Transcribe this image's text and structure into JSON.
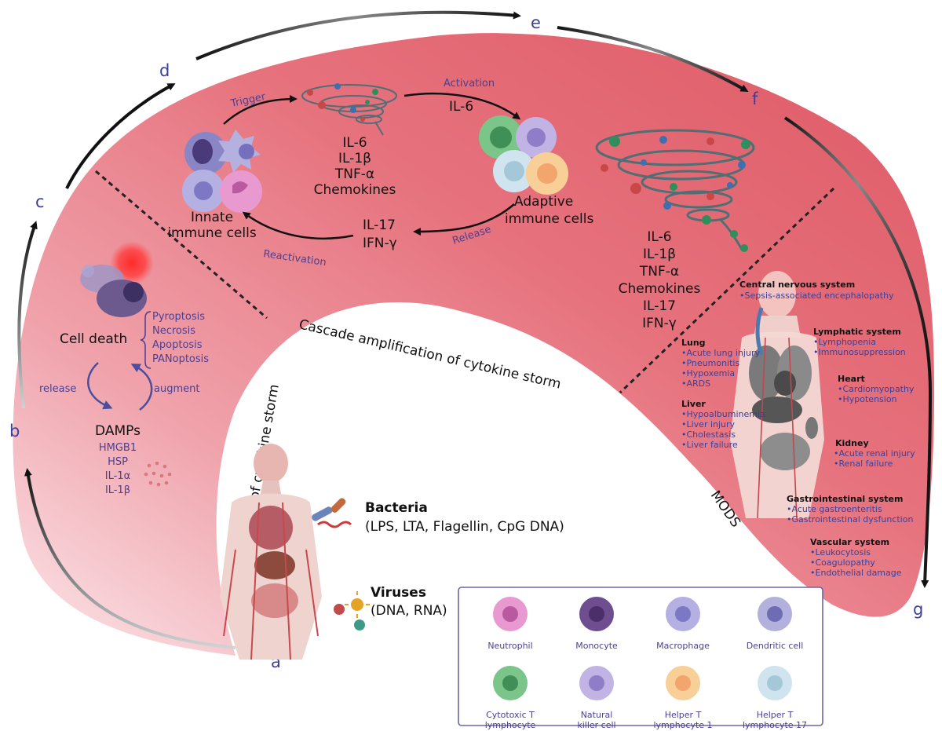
{
  "letters": {
    "a": "a",
    "b": "b",
    "c": "c",
    "d": "d",
    "e": "e",
    "f": "f",
    "g": "g"
  },
  "cycle": {
    "trigger_label": "Trigger",
    "activation_label": "Activation",
    "activation_cytokine": "IL-6",
    "release_label": "Release",
    "reactivation_label": "Reactivation",
    "innate_cytokines": [
      "IL-6",
      "IL-1β",
      "TNF-α",
      "Chemokines"
    ],
    "innate_cells_label": [
      "Innate",
      "immune cells"
    ],
    "adaptive_cells_label": [
      "Adaptive",
      "immune cells"
    ],
    "feedback_cytokines": [
      "IL-17",
      "IFN-γ"
    ]
  },
  "storm_cytokines": [
    "IL-6",
    "IL-1β",
    "TNF-α",
    "Chemokines",
    "IL-17",
    "IFN-γ"
  ],
  "cell_death": {
    "label": "Cell death",
    "types": [
      "Pyroptosis",
      "Necrosis",
      "Apoptosis",
      "PANoptosis"
    ],
    "release_label": "release",
    "augment_label": "augment",
    "damps_label": "DAMPs",
    "damps": [
      "HMGB1",
      "HSP",
      "IL-1α",
      "IL-1β"
    ]
  },
  "phases": {
    "trigger": "Trigger of cytokine storm",
    "cascade": "Cascade amplification of cytokine storm",
    "mods": "MODS"
  },
  "pathogens": {
    "bacteria_title": "Bacteria",
    "bacteria_detail": "(LPS, LTA, Flagellin, CpG DNA)",
    "viruses_title": "Viruses",
    "viruses_detail": "(DNA, RNA)"
  },
  "organs": [
    {
      "title": "Central nervous system",
      "items": [
        "•Sepsis-associated encephalopathy"
      ]
    },
    {
      "title": "Lymphatic system",
      "items": [
        "•Lymphopenia",
        "•Immunosuppression"
      ]
    },
    {
      "title": "Lung",
      "items": [
        "•Acute lung injury",
        "•Pneumonitis",
        "•Hypoxemia",
        "•ARDS"
      ]
    },
    {
      "title": "Heart",
      "items": [
        "•Cardiomyopathy",
        "•Hypotension"
      ]
    },
    {
      "title": "Liver",
      "items": [
        "•Hypoalbuminemia",
        "•Liver injury",
        "•Cholestasis",
        "•Liver failure"
      ]
    },
    {
      "title": "Kidney",
      "items": [
        "•Acute renal injury",
        "•Renal failure"
      ]
    },
    {
      "title": "Gastrointestinal system",
      "items": [
        "•Acute gastroenteritis",
        "•Gastrointestinal dysfunction"
      ]
    },
    {
      "title": "Vascular system",
      "items": [
        "•Leukocytosis",
        "•Coagulopathy",
        "•Endothelial damage"
      ]
    }
  ],
  "legend": [
    {
      "label": [
        "Neutrophil"
      ],
      "color": "#e89ad0",
      "nucleus": "#b95aa0"
    },
    {
      "label": [
        "Monocyte"
      ],
      "color": "#6e4e8e",
      "nucleus": "#4a2f6a"
    },
    {
      "label": [
        "Macrophage"
      ],
      "color": "#b4b0e2",
      "nucleus": "#7c78c4"
    },
    {
      "label": [
        "Dendritic cell"
      ],
      "color": "#b2b0dc",
      "nucleus": "#6f6cb3"
    },
    {
      "label": [
        "Cytotoxic T",
        "lymphocyte"
      ],
      "color": "#7cc58a",
      "nucleus": "#3f8f56"
    },
    {
      "label": [
        "Natural",
        "killer cell"
      ],
      "color": "#c1b3e4",
      "nucleus": "#8f7ec7"
    },
    {
      "label": [
        "Helper T",
        "lymphocyte 1"
      ],
      "color": "#f8cf96",
      "nucleus": "#f2a56c"
    },
    {
      "label": [
        "Helper T",
        "lymphocyte 17"
      ],
      "color": "#cfe4ee",
      "nucleus": "#a5c8d8"
    }
  ]
}
